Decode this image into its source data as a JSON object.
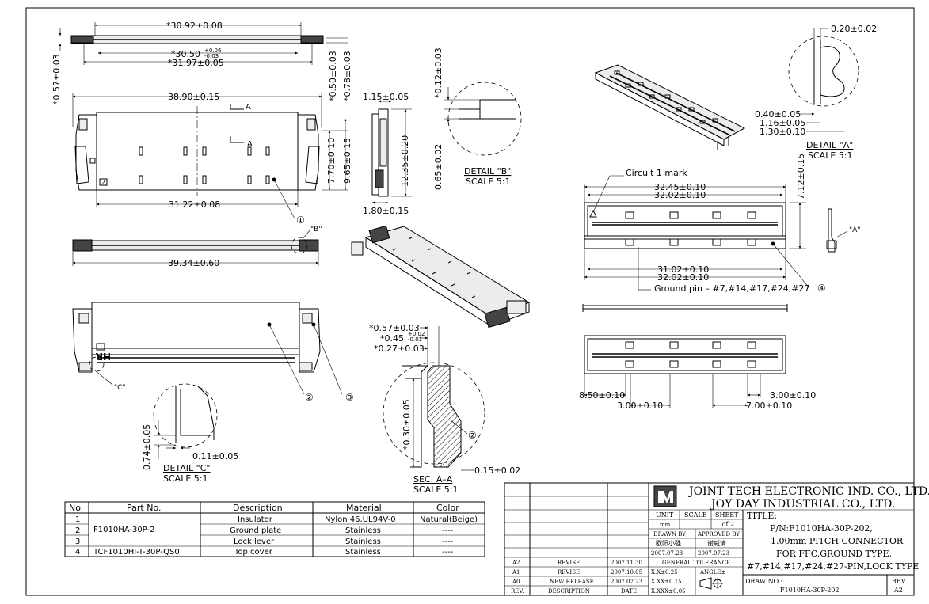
{
  "dims": {
    "top_width": "*30.92±0.08",
    "top_inner": "*30.50",
    "top_inner_tol_up": "+0.06",
    "top_inner_tol_dn": "-0.03",
    "top_overall": "*31.97±0.05",
    "top_left_height": "*0.57±0.03",
    "right_h1": "*0.50±0.03",
    "right_h2": "*0.78±0.03",
    "main_width": "38.90±0.15",
    "main_pitch_total": "31.22±0.08",
    "main_h1": "7.70±0.10",
    "main_h2": "9.65±0.15",
    "side_top": "1.15±0.05",
    "side_h": "12.35±0.20",
    "side_bottom": "1.80±0.15",
    "bottom_width": "39.34±0.60",
    "detail_b_h1": "*0.12±0.03",
    "detail_b_h2": "0.65±0.02",
    "sec_t1": "*0.57±0.03",
    "sec_t2": "*0.45",
    "sec_t2_tol_up": "+0.02",
    "sec_t2_tol_dn": "-0.01",
    "sec_t3": "*0.27±0.03",
    "sec_h": "*0.30±0.05",
    "sec_b": "0.15±0.02",
    "detail_c_h": "0.74±0.05",
    "detail_c_w": "0.11±0.05",
    "detail_a_top": "0.20±0.02",
    "detail_a_1": "0.40±0.05",
    "detail_a_2": "1.16±0.05",
    "detail_a_3": "1.30±0.10",
    "cover_w1": "32.45±0.10",
    "cover_w2": "32.02±0.10",
    "cover_h": "7.12±0.15",
    "cover_w3": "31.02±0.10",
    "cover_w4": "32.02±0.10",
    "cover_b1": "8.50±0.10",
    "cover_b2": "3.00±0.10",
    "cover_b3": "3.00±0.10",
    "cover_b4": "7.00±0.10"
  },
  "labels": {
    "section_a": "A",
    "detail_b_ref": "\"B\"",
    "detail_c_ref": "\"C\"",
    "detail_a_ref": "\"A\"",
    "detail_b_title": "DETAIL \"B\"",
    "detail_b_scale": "SCALE 5:1",
    "detail_c_title": "DETAIL \"C\"",
    "detail_c_scale": "SCALE 5:1",
    "detail_a_title": "DETAIL \"A\"",
    "detail_a_scale": "SCALE 5:1",
    "sec_title": "SEC: A–A",
    "sec_scale": "SCALE 5:1",
    "circuit_mark": "Circuit 1 mark",
    "ground_pin": "Ground pin – #7,#14,#17,#24,#27",
    "hr_mark": "HR",
    "balloon_1": "①",
    "balloon_2": "②",
    "balloon_3": "③",
    "balloon_4": "④",
    "num_2": "2"
  },
  "bom": {
    "headers": [
      "No.",
      "Part No.",
      "Description",
      "Material",
      "Color"
    ],
    "rows": [
      {
        "no": "1",
        "part": "F1010HA-30P-2",
        "desc": "Insulator",
        "mat": "Nylon 46,UL94V-0",
        "color": "Natural(Beige)"
      },
      {
        "no": "2",
        "part": "",
        "desc": "Ground plate",
        "mat": "Stainless",
        "color": "----"
      },
      {
        "no": "3",
        "part": "",
        "desc": "Lock lever",
        "mat": "Stainless",
        "color": "----"
      },
      {
        "no": "4",
        "part": "TCF1010HI-T-30P-QS0",
        "desc": "Top cover",
        "mat": "Stainless",
        "color": "----"
      }
    ]
  },
  "title_block": {
    "company1": "JOINT TECH ELECTRONIC IND. CO., LTD.",
    "company2": "JOY DAY INDUSTRIAL CO., LTD.",
    "unit_label": "UNIT",
    "scale_label": "SCALE",
    "sheet_label": "SHEET",
    "unit_value": "mm",
    "sheet_value": "1 of 2",
    "drawn_label": "DRAWN BY",
    "approved_label": "APPROVED BY",
    "drawn_name": "欧阳小强",
    "approved_name": "谢威清",
    "drawn_date": "2007.07.23",
    "approved_date": "2007.07.23",
    "tolerance_label": "GENERAL TOLERANCE",
    "tol1": "X.X±0.25",
    "tol2": "X.XX±0.15",
    "tol3": "X.XXX±0.05",
    "angle_label": "ANGLE±",
    "title_label": "TITLE:",
    "title_l1": "P/N:F1010HA-30P-202,",
    "title_l2": "1.00mm PITCH CONNECTOR",
    "title_l3": "FOR FFC,GROUND TYPE,",
    "title_l4": "#7,#14,#17,#24,#27-PIN,LOCK TYPE",
    "draw_no_label": "DRAW NO.:",
    "draw_no": "F1010HA-30P-202",
    "rev_label": "REV.",
    "rev_value": "A2",
    "revisions": [
      {
        "rev": "A2",
        "desc": "REVISE",
        "date": "2007.11.30"
      },
      {
        "rev": "A1",
        "desc": "REVISE",
        "date": "2007.10.05"
      },
      {
        "rev": "A0",
        "desc": "NEW RELEASE",
        "date": "2007.07.23"
      }
    ],
    "rev_header": "REV.",
    "desc_header": "DESCRIPTION",
    "date_header": "DATE"
  }
}
